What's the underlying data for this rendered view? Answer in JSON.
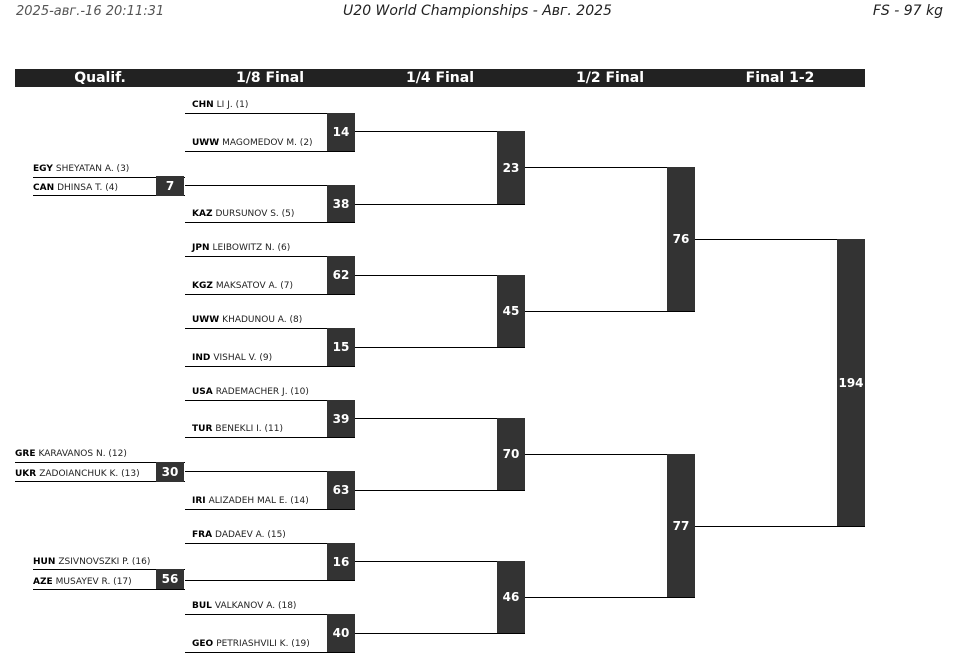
{
  "header": {
    "datetime": "2025-авг.-16 20:11:31",
    "title": "U20 World Championships - Авг. 2025",
    "category": "FS - 97 kg"
  },
  "rounds": [
    "Qualif.",
    "1/8 Final",
    "1/4 Final",
    "1/2 Final",
    "Final 1-2"
  ],
  "qualification": [
    {
      "top": {
        "country": "EGY",
        "name": "SHEYATAN A. (3)"
      },
      "bottom": {
        "country": "CAN",
        "name": "DHINSA T. (4)"
      },
      "bout": "7"
    },
    {
      "top": {
        "country": "GRE",
        "name": "KARAVANOS N. (12)"
      },
      "bottom": {
        "country": "UKR",
        "name": "ZADOIANCHUK K. (13)"
      },
      "bout": "30"
    },
    {
      "top": {
        "country": "HUN",
        "name": "ZSIVNOVSZKI P. (16)"
      },
      "bottom": {
        "country": "AZE",
        "name": "MUSAYEV R. (17)"
      },
      "bout": "56"
    }
  ],
  "round_of_16": [
    {
      "top": {
        "country": "CHN",
        "name": "LI J. (1)"
      },
      "bottom": {
        "country": "UWW",
        "name": "MAGOMEDOV M. (2)"
      },
      "bout": "14"
    },
    {
      "top": {
        "country": "",
        "name": ""
      },
      "bottom": {
        "country": "KAZ",
        "name": "DURSUNOV S. (5)"
      },
      "bout": "38"
    },
    {
      "top": {
        "country": "JPN",
        "name": "LEIBOWITZ N. (6)"
      },
      "bottom": {
        "country": "KGZ",
        "name": "MAKSATOV A. (7)"
      },
      "bout": "62"
    },
    {
      "top": {
        "country": "UWW",
        "name": "KHADUNOU A. (8)"
      },
      "bottom": {
        "country": "IND",
        "name": "VISHAL V. (9)"
      },
      "bout": "15"
    },
    {
      "top": {
        "country": "USA",
        "name": "RADEMACHER J. (10)"
      },
      "bottom": {
        "country": "TUR",
        "name": "BENEKLI I. (11)"
      },
      "bout": "39"
    },
    {
      "top": {
        "country": "",
        "name": ""
      },
      "bottom": {
        "country": "IRI",
        "name": "ALIZADEH MAL E. (14)"
      },
      "bout": "63"
    },
    {
      "top": {
        "country": "FRA",
        "name": "DADAEV A. (15)"
      },
      "bottom": {
        "country": "",
        "name": ""
      },
      "bout": "16"
    },
    {
      "top": {
        "country": "BUL",
        "name": "VALKANOV A. (18)"
      },
      "bottom": {
        "country": "GEO",
        "name": "PETRIASHVILI K. (19)"
      },
      "bout": "40"
    }
  ],
  "quarterfinals": [
    {
      "bout": "23"
    },
    {
      "bout": "45"
    },
    {
      "bout": "70"
    },
    {
      "bout": "46"
    }
  ],
  "semifinals": [
    {
      "bout": "76"
    },
    {
      "bout": "77"
    }
  ],
  "final": {
    "bout": "194"
  }
}
